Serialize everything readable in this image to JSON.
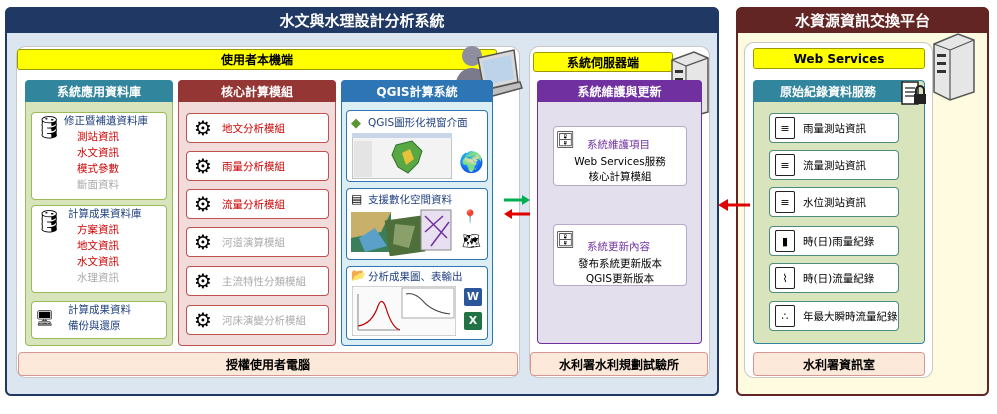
{
  "main_system": {
    "title": "水文與水理設計分析系統",
    "user_side": {
      "label": "使用者本機端",
      "footer": "授權使用者電腦",
      "app_db": {
        "title": "系統應用資料庫",
        "correction_db": {
          "title": "修正暨補遺資料庫",
          "items": [
            "測站資訊",
            "水文資訊",
            "模式參數",
            "斷面資料"
          ]
        },
        "results_db": {
          "title": "計算成果資料庫",
          "items": [
            "方案資訊",
            "地文資訊",
            "水文資訊",
            "水理資訊"
          ]
        },
        "backup": {
          "line1": "計算成果資料",
          "line2": "備份與還原"
        }
      },
      "core_modules": {
        "title": "核心計算模組",
        "items": [
          "地文分析模組",
          "雨量分析模組",
          "流量分析模組",
          "河道演算模組",
          "主流特性分類模組",
          "河床演變分析模組"
        ]
      },
      "qgis": {
        "title": "QGIS計算系統",
        "gui": "QGIS圖形化視窗介面",
        "spatial": "支援數化空間資料",
        "output": "分析成果圖、表輸出"
      }
    },
    "server_side": {
      "label": "系統伺服器端",
      "footer": "水利署水利規劃試驗所",
      "maintenance": {
        "title": "系統維護與更新",
        "item1": {
          "title": "系統維護項目",
          "line1": "Web Services服務",
          "line2": "核心計算模組"
        },
        "item2": {
          "title": "系統更新內容",
          "line1": "發布系統更新版本",
          "line2": "QGIS更新版本"
        }
      }
    }
  },
  "exchange_platform": {
    "title": "水資源資訊交換平台",
    "web_services": "Web Services",
    "raw_records": {
      "title": "原始紀錄資料服務",
      "items": [
        "雨量測站資訊",
        "流量測站資訊",
        "水位測站資訊",
        "時(日)雨量紀錄",
        "時(日)流量紀錄",
        "年最大瞬時流量紀錄"
      ]
    },
    "footer": "水利署資訊室"
  },
  "colors": {
    "navy": "#1f3864",
    "panel_blue": "#dce6f1",
    "app_db_green": "#31859c",
    "core_red": "#943634",
    "qgis_blue": "#2e75b6",
    "maint_purple": "#7030a0",
    "platform_brown": "#632523",
    "platform_bg": "#fffbe0",
    "arrow_green": "#00b050",
    "arrow_red": "#e00000"
  }
}
